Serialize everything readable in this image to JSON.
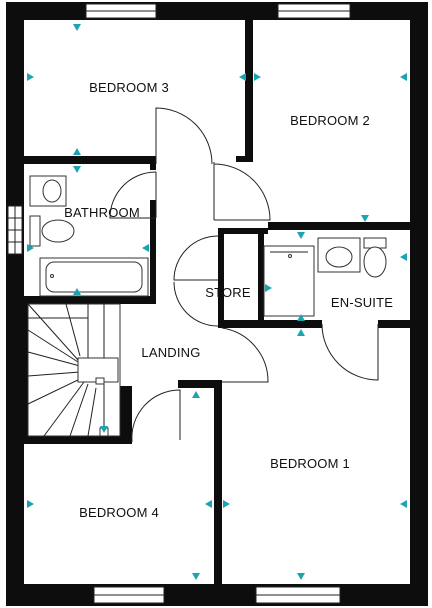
{
  "plan": {
    "rooms": [
      {
        "id": "bedroom-3",
        "label": "BEDROOM 3"
      },
      {
        "id": "bedroom-2",
        "label": "BEDROOM 2"
      },
      {
        "id": "bathroom",
        "label": "BATHROOM"
      },
      {
        "id": "store",
        "label": "STORE"
      },
      {
        "id": "en-suite",
        "label": "EN-SUITE"
      },
      {
        "id": "landing",
        "label": "LANDING"
      },
      {
        "id": "bedroom-1",
        "label": "BEDROOM 1"
      },
      {
        "id": "bedroom-4",
        "label": "BEDROOM 4"
      }
    ],
    "colors": {
      "wall": "#0d0d0d",
      "marker": "#1aa3b0",
      "background": "#ffffff"
    }
  }
}
